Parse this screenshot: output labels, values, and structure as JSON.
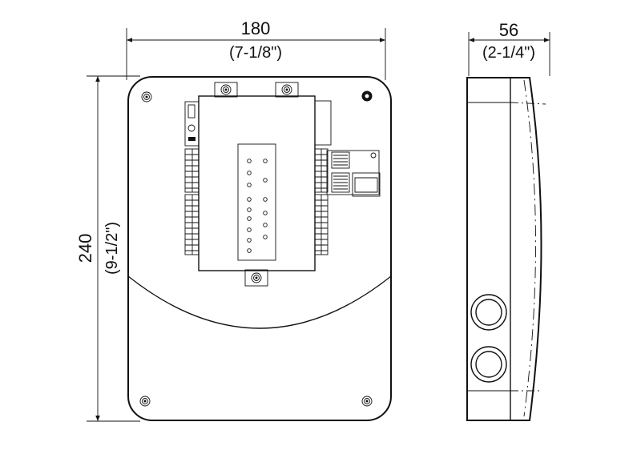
{
  "dimensions": {
    "width": {
      "mm": "180",
      "inch": "(7-1/8\")"
    },
    "height": {
      "mm": "240",
      "inch": "(9-1/2\")"
    },
    "depth": {
      "mm": "56",
      "inch": "(2-1/4\")"
    }
  },
  "colors": {
    "line": "#111111",
    "background": "#ffffff"
  }
}
